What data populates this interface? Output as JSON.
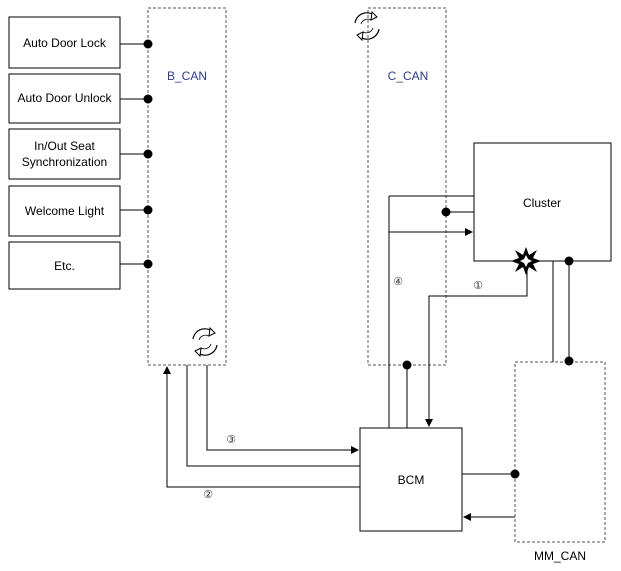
{
  "modules": {
    "auto_door_lock": "Auto Door Lock",
    "auto_door_unlock": "Auto Door Unlock",
    "seat_sync_line1": "In/Out Seat",
    "seat_sync_line2": "Synchronization",
    "welcome_light": "Welcome Light",
    "etc": "Etc.",
    "cluster": "Cluster",
    "bcm": "BCM"
  },
  "buses": {
    "b_can": "B_CAN",
    "c_can": "C_CAN",
    "mm_can": "MM_CAN",
    "can_label_color": "#2e3a8c"
  },
  "step_markers": {
    "step1": "①",
    "step2": "②",
    "step3": "③",
    "step4": "④"
  },
  "icons": {
    "gateway": "rotating-arrows-icon",
    "fault": "fault-burst-icon"
  }
}
